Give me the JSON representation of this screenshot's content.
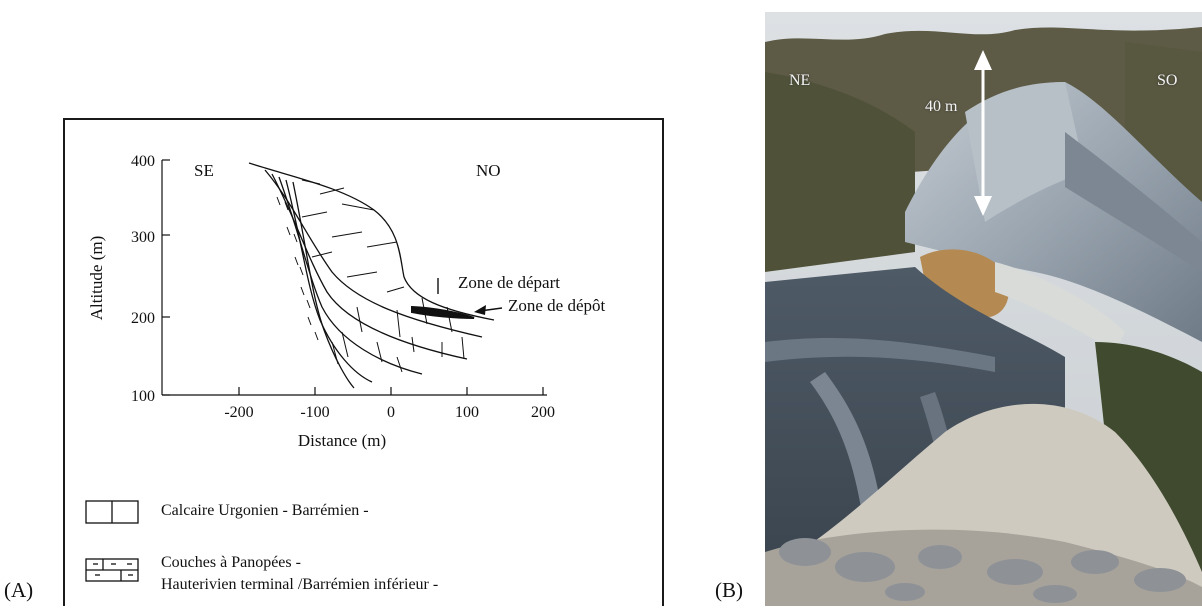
{
  "panels": {
    "a_label": "(A)",
    "b_label": "(B)"
  },
  "profile": {
    "y_axis_label": "Altitude (m)",
    "x_axis_label": "Distance (m)",
    "y_ticks": [
      "400",
      "300",
      "200",
      "100"
    ],
    "x_ticks": [
      "-200",
      "-100",
      "0",
      "100",
      "200"
    ],
    "direction_left": "SE",
    "direction_right": "NO",
    "annotation_departure": "Zone de départ",
    "annotation_deposit": "Zone de dépôt"
  },
  "legend": [
    {
      "symbol": "plain-limestone-icon",
      "lines": [
        "Calcaire Urgonien - Barrémien -"
      ]
    },
    {
      "symbol": "dashed-limestone-icon",
      "lines": [
        "Couches à Panopées -",
        "Hauterivien terminal /Barrémien inférieur -"
      ]
    }
  ],
  "photo": {
    "label_left": "NE",
    "label_right": "SO",
    "scale_label": "40 m"
  }
}
